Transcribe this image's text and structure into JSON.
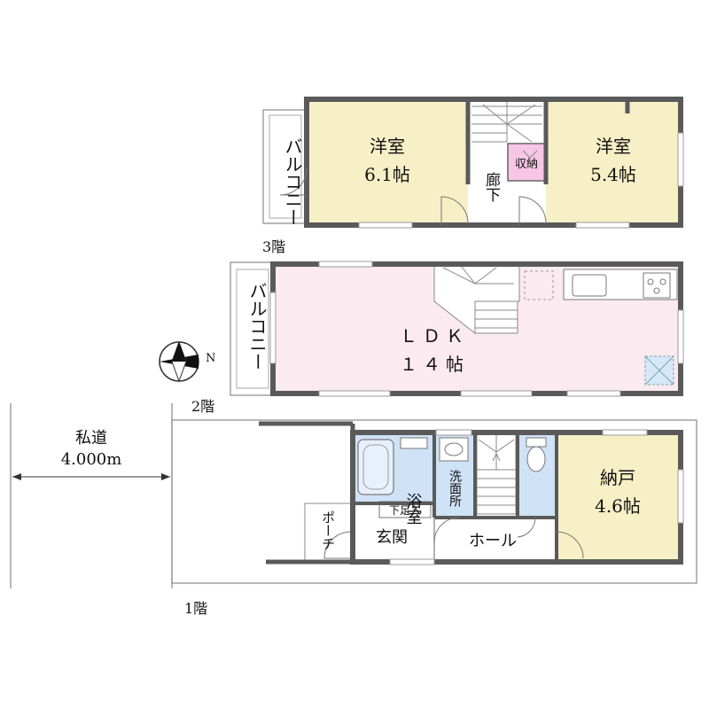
{
  "floor3": {
    "floor_label": "3階",
    "balcony": "バルコニー",
    "room_left_name": "洋室",
    "room_left_size": "6.1帖",
    "room_right_name": "洋室",
    "room_right_size": "5.4帖",
    "corridor": "廊下",
    "storage": "収納"
  },
  "floor2": {
    "floor_label": "2階",
    "balcony": "バルコニー",
    "ldk_name": "ＬＤＫ",
    "ldk_size": "１４帖"
  },
  "floor1": {
    "floor_label": "1階",
    "bath": "浴室",
    "washroom": "洗面所",
    "shoe_storage": "下足入",
    "porch": "ポーチ",
    "entrance": "玄関",
    "hall": "ホール",
    "storeroom_name": "納戸",
    "storeroom_size": "4.6帖"
  },
  "road": {
    "name": "私道",
    "width": "4.000m"
  },
  "compass": {
    "north": "N"
  },
  "colors": {
    "yellow_room": "#f7efc6",
    "pink_ldk": "#fbeaf0",
    "blue_wet": "#cfe2f6",
    "storage_pink": "#f6c6e4",
    "wall": "#5a5a5a"
  }
}
